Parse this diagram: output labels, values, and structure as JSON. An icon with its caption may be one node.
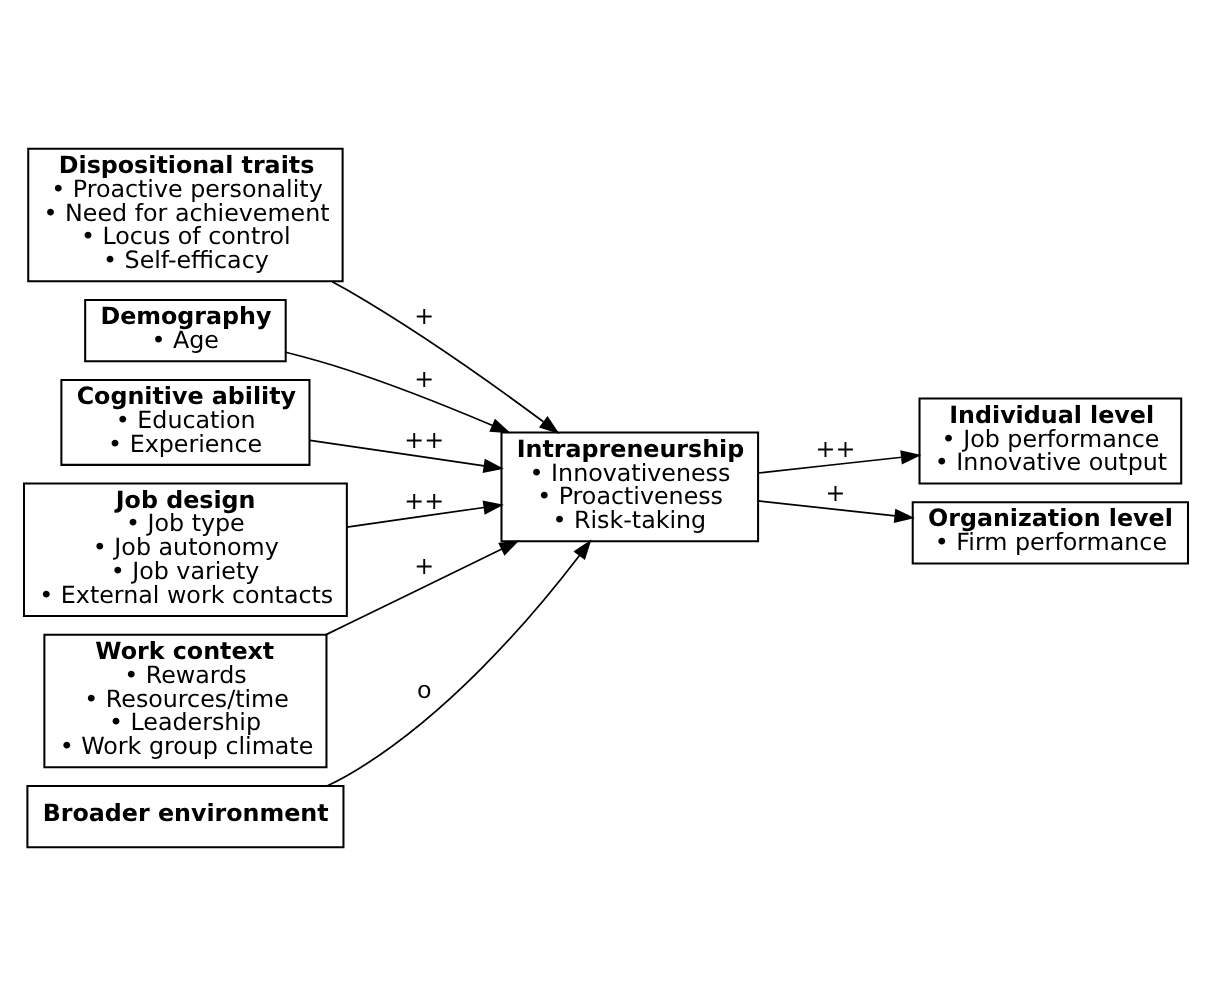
{
  "diagram": {
    "nodes": [
      {
        "text": [
          "Dispositional traits",
          "• Proactive personality",
          "• Need for achievement",
          "• Locus of control",
          "• Self-efficacy"
        ]
      },
      {
        "text": [
          "Demography",
          "• Age"
        ]
      },
      {
        "text": [
          "Cognitive ability",
          "• Education",
          "• Experience"
        ]
      },
      {
        "text": [
          "Job design",
          "• Job type",
          "• Job autonomy",
          "• Job variety",
          "• External work contacts"
        ]
      },
      {
        "text": [
          "Work context",
          "• Rewards",
          "• Resources/time",
          "• Leadership",
          "• Work group climate"
        ]
      },
      {
        "text": [
          "Broader environment"
        ]
      },
      {
        "text": [
          "Intrapreneurship",
          "• Innovativeness",
          "• Proactiveness",
          "• Risk-taking"
        ]
      },
      {
        "text": [
          "Individual level",
          "• Job performance",
          "• Innovative output"
        ]
      },
      {
        "text": [
          "Organization level",
          "• Firm performance"
        ]
      }
    ],
    "edges": [
      {
        "from": 0,
        "to": 6,
        "arrow": "to",
        "label": "+"
      },
      {
        "from": 1,
        "to": 6,
        "arrow": "to",
        "label": "+"
      },
      {
        "from": 2,
        "to": 6,
        "arrow": "to",
        "label": "++"
      },
      {
        "from": 3,
        "to": 6,
        "arrow": "to",
        "label": "++"
      },
      {
        "from": 4,
        "to": 6,
        "arrow": "to",
        "label": "+"
      },
      {
        "from": 5,
        "to": 6,
        "arrow": "to",
        "label": "o"
      },
      {
        "from": 6,
        "to": 7,
        "arrow": "to",
        "label": "++"
      },
      {
        "from": 6,
        "to": 8,
        "arrow": "to",
        "label": "+"
      }
    ]
  }
}
